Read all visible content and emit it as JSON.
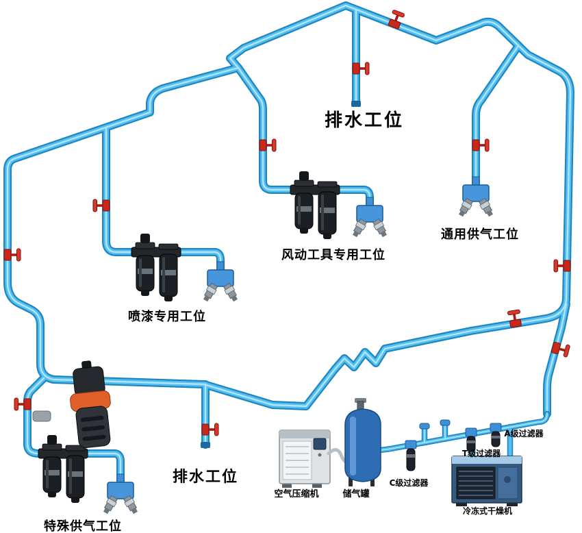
{
  "diagram": {
    "type": "pneumatic-piping-system",
    "background": "#ffffff",
    "pipe_color": "#53bfef",
    "pipe_edge_color": "#1f86c2",
    "pipe_sheen_color": "#b9e9fb",
    "valve_color": "#cf2a1b",
    "label_color": "#000000"
  },
  "stations": {
    "drain_top": "排水工位",
    "pneumatic_tool": "风动工具专用工位",
    "general_supply": "通用供气工位",
    "paint": "喷漆专用工位",
    "special_supply": "特殊供气工位",
    "drain_bottom": "排水工位"
  },
  "equipment": {
    "compressor": "空气压缩机",
    "tank": "储气罐",
    "filter_c": "C级过滤器",
    "filter_t": "T级过滤器",
    "filter_a": "A级过滤器",
    "dryer": "冷冻式干燥机"
  }
}
